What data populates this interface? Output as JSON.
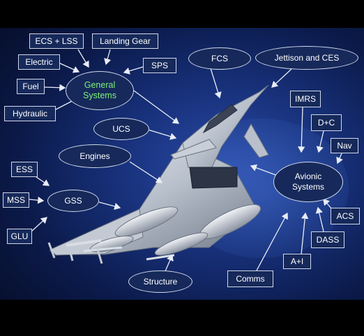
{
  "accent": "#7cf07a",
  "text_color": "#ffffff",
  "nodes": {
    "general_systems": "General\nSystems",
    "avionic_systems": "Avionic\nSystems",
    "ecs_lss": "ECS + LSS",
    "landing_gear": "Landing Gear",
    "electric": "Electric",
    "sps": "SPS",
    "fuel": "Fuel",
    "hydraulic": "Hydraulic",
    "fcs": "FCS",
    "jettison_ces": "Jettison and CES",
    "imrs": "IMRS",
    "d_c": "D+C",
    "nav": "Nav",
    "ucs": "UCS",
    "engines": "Engines",
    "ess": "ESS",
    "mss": "MSS",
    "gss": "GSS",
    "glu": "GLU",
    "acs": "ACS",
    "dass": "DASS",
    "a_i": "A+I",
    "comms": "Comms",
    "structure": "Structure"
  }
}
